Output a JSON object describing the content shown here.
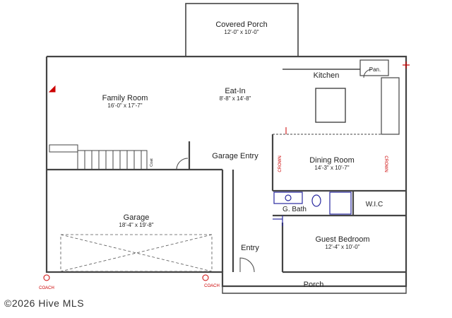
{
  "rooms": {
    "covered_porch": {
      "name": "Covered Porch",
      "dims": "12'-0\" x 10'-0\""
    },
    "kitchen": {
      "name": "Kitchen"
    },
    "pantry": {
      "name": "Pan."
    },
    "family_room": {
      "name": "Family Room",
      "dims": "16'-0\" x 17'-7\""
    },
    "eat_in": {
      "name": "Eat-In",
      "dims": "8'-8\" x 14'-8\""
    },
    "garage_entry": {
      "name": "Garage Entry"
    },
    "dining_room": {
      "name": "Dining Room",
      "dims": "14'-3\" x 10'-7\""
    },
    "g_bath": {
      "name": "G. Bath"
    },
    "wic": {
      "name": "W.I.C"
    },
    "garage": {
      "name": "Garage",
      "dims": "18'-4\" x 19'-8\""
    },
    "entry": {
      "name": "Entry"
    },
    "guest_bedroom": {
      "name": "Guest Bedroom",
      "dims": "12'-4\" x 10'-0\""
    },
    "porch": {
      "name": "Porch"
    }
  },
  "labels": {
    "coat": "Coat",
    "coach_left": "COACH",
    "coach_right": "COACH",
    "crown_left": "CROWN",
    "crown_right": "CROWN"
  },
  "footer": {
    "copyright": "©2026 Hive MLS"
  },
  "colors": {
    "wall": "#444444",
    "accent_red": "#cc0000",
    "fixture_blue": "#2a2aa0"
  }
}
